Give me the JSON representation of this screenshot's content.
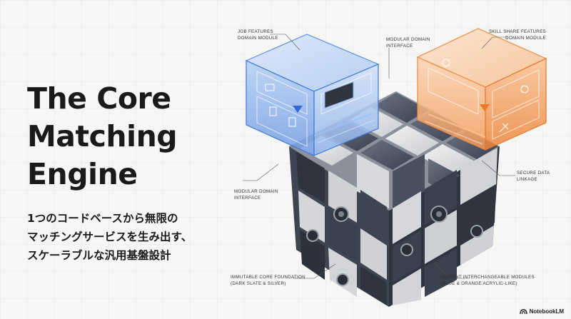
{
  "title": "The Core\nMatching\nEngine",
  "subtitle": "1つのコードベースから無限の\nマッチングサービスを生み出す、\nスケーラブルな汎用基盤設計",
  "labels": {
    "job_module": "JOB FEATURES\nDOMAIN MODULE",
    "modular_top": "MODULAR DOMAIN\nINTERFACE",
    "skill_module": "SKILL SHARE FEATURES\nDOMAIN MODULE",
    "secure": "SECURE DATA\nLINKAGE",
    "modular_left": "MODULAR DOMAIN\nINTERFACE",
    "core_foundation": "IMMUTABLE CORE FOUNDATION\n(DARK SLATE & SILVER)",
    "vibrant": "VIBRANT INTERCHANGEABLE MODULES\n(BLUE & ORANGE ACRYLIC-LIKE)"
  },
  "brand": "NotebookLM",
  "colors": {
    "blue": "#3f78d6",
    "orange": "#ee8a3c",
    "slate": "#3b4150",
    "silver": "#cfd1d4"
  },
  "icons": [
    "briefcase-icon",
    "document-icon",
    "gear-icon",
    "people-icon",
    "lightbulb-icon",
    "tools-icon"
  ]
}
